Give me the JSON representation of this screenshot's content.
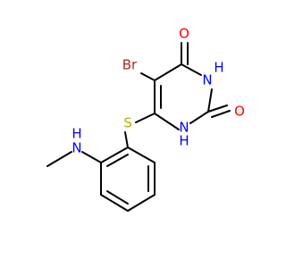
{
  "colors": {
    "bond": "#000000",
    "bromine": "#a52a2a",
    "oxygen": "#ff0000",
    "nitrogen": "#0000ff",
    "sulfur": "#b3b300",
    "background": "#ffffff"
  },
  "atoms": {
    "bromine": {
      "label": "Br"
    },
    "oxygen_top": {
      "label": "O"
    },
    "oxygen_right": {
      "label": "O"
    },
    "nh_top": {
      "n": "N",
      "h": "H"
    },
    "nh_bottom": {
      "n": "N",
      "h": "H"
    },
    "sulfur": {
      "label": "S"
    },
    "nh_amine": {
      "n": "N",
      "h": "H"
    }
  }
}
